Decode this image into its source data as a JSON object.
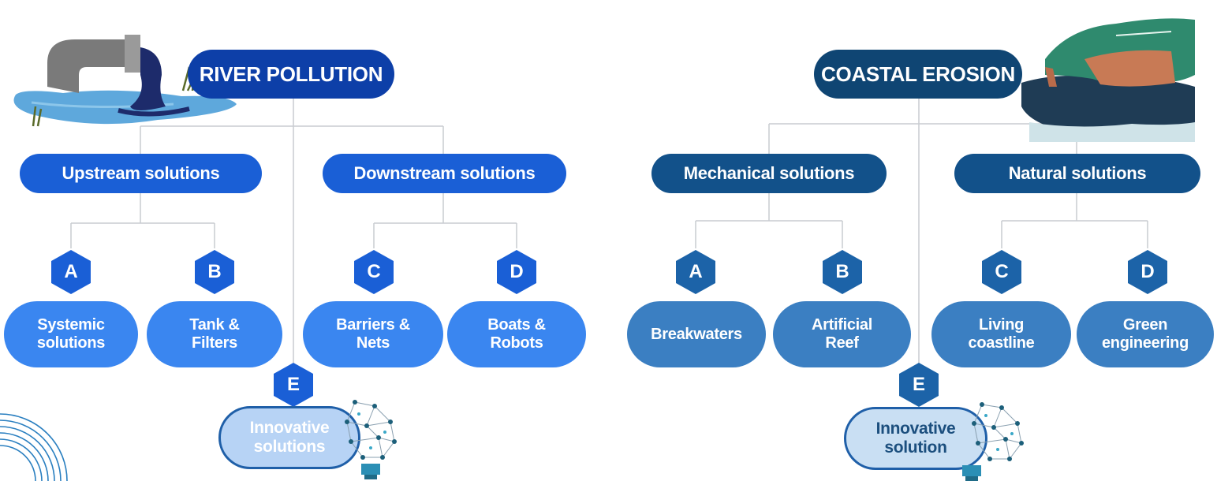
{
  "left": {
    "title": "RIVER POLLUTION",
    "mid": [
      "Upstream solutions",
      "Downstream solutions"
    ],
    "hexes": [
      "A",
      "B",
      "C",
      "D",
      "E"
    ],
    "leaves": [
      {
        "line1": "Systemic",
        "line2": "solutions"
      },
      {
        "line1": "Tank &",
        "line2": "Filters"
      },
      {
        "line1": "Barriers &",
        "line2": "Nets"
      },
      {
        "line1": "Boats &",
        "line2": "Robots"
      }
    ],
    "innovative": {
      "line1": "Innovative",
      "line2": "solutions"
    }
  },
  "right": {
    "title": "COASTAL EROSION",
    "mid": [
      "Mechanical solutions",
      "Natural solutions"
    ],
    "hexes": [
      "A",
      "B",
      "C",
      "D",
      "E"
    ],
    "leaves": [
      {
        "line1": "Breakwaters",
        "line2": ""
      },
      {
        "line1": "Artificial",
        "line2": "Reef"
      },
      {
        "line1": "Living",
        "line2": "coastline"
      },
      {
        "line1": "Green",
        "line2": "engineering"
      }
    ],
    "innovative": {
      "line1": "Innovative",
      "line2": "solution"
    }
  },
  "colors": {
    "river_title": "#0d3fa8",
    "river_mid": "#1a5fd6",
    "river_leaf": "#3a86f0",
    "river_innov": "#b7d3f5",
    "coast_title": "#0f4573",
    "coast_mid": "#12518a",
    "coast_leaf": "#3b7fc2",
    "coast_innov": "#c9dff3",
    "connector": "#c9ccd1"
  },
  "icons": [
    "drain-pipe-icon",
    "polluted-water-puddle-icon",
    "coastal-cliff-icon",
    "lightbulb-network-icon",
    "concentric-arcs-decoration"
  ]
}
